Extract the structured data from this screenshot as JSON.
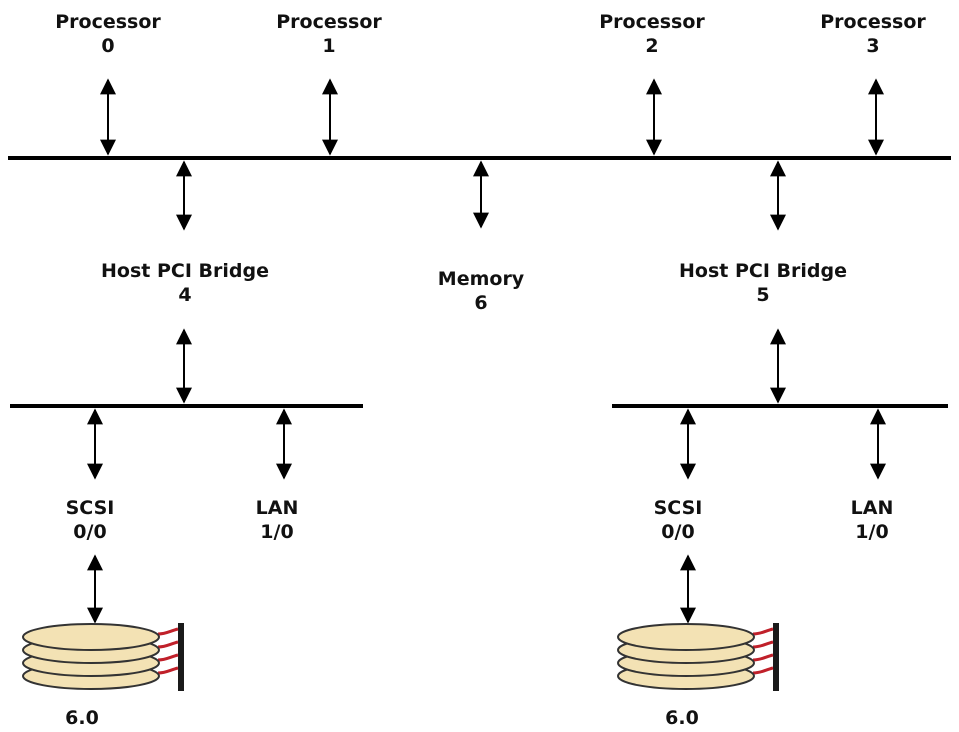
{
  "nodes": {
    "processor_0": {
      "name": "Processor",
      "id": "0"
    },
    "processor_1": {
      "name": "Processor",
      "id": "1"
    },
    "processor_2": {
      "name": "Processor",
      "id": "2"
    },
    "processor_3": {
      "name": "Processor",
      "id": "3"
    },
    "host_pci_bridge_4": {
      "name": "Host PCI Bridge",
      "id": "4"
    },
    "memory_6": {
      "name": "Memory",
      "id": "6"
    },
    "host_pci_bridge_5": {
      "name": "Host PCI Bridge",
      "id": "5"
    },
    "scsi_left": {
      "name": "SCSI",
      "id": "0/0"
    },
    "lan_left": {
      "name": "LAN",
      "id": "1/0"
    },
    "scsi_right": {
      "name": "SCSI",
      "id": "0/0"
    },
    "lan_right": {
      "name": "LAN",
      "id": "1/0"
    },
    "disk_left": {
      "id": "6.0"
    },
    "disk_right": {
      "id": "6.0"
    }
  },
  "colors": {
    "line": "#000000",
    "disk_fill": "#f3e2b4",
    "disk_stroke": "#333333",
    "disk_cables": "#c0202a"
  }
}
